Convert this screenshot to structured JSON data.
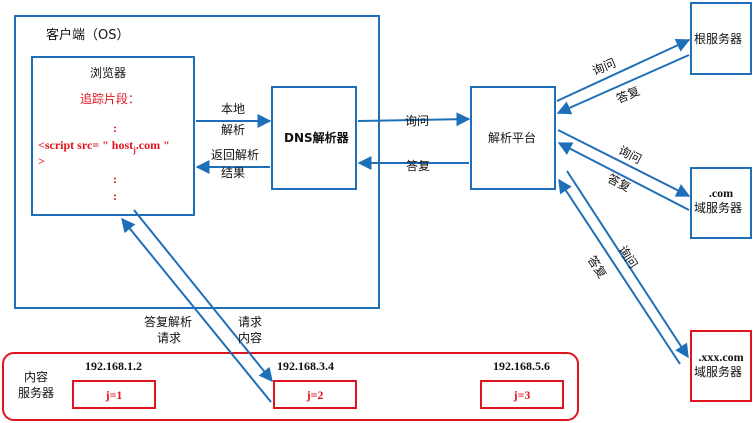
{
  "client": {
    "title": "客户端（OS）"
  },
  "browser": {
    "title": "浏览器",
    "tracking_label": "追踪片段：",
    "dots_top": ":",
    "script_line": "<script src= \" host",
    "script_sub": "j",
    "script_tail": ".com \"",
    "gt": ">",
    "dots_mid": ":",
    "dots_bot": ":"
  },
  "dns": {
    "label": "DNS解析器"
  },
  "platform": {
    "label": "解析平台"
  },
  "root_server": {
    "line1": "根服务器"
  },
  "com_server": {
    "line1": ".com",
    "line2": "域服务器"
  },
  "xxx_server": {
    "line1": ".xxx.com",
    "line2": "域服务器"
  },
  "content_servers": {
    "label_line1": "内容",
    "label_line2": "服务器",
    "items": [
      {
        "ip": "192.168.1.2",
        "name": "j=1"
      },
      {
        "ip": "192.168.3.4",
        "name": "j=2"
      },
      {
        "ip": "192.168.5.6",
        "name": "j=3"
      }
    ]
  },
  "edges": {
    "local_resolve_1": "本地",
    "local_resolve_2": "解析",
    "return_result_1": "返回解析",
    "return_result_2": "结果",
    "query_platform": "询问",
    "answer_platform": "答复",
    "query_root": "询问",
    "answer_root": "答复",
    "query_com": "询问",
    "answer_com": "答复",
    "query_xxx": "询问",
    "answer_xxx": "答复",
    "reply_request_1": "答复解析",
    "reply_request_2": "请求",
    "request_content_1": "请求",
    "request_content_2": "内容"
  },
  "colors": {
    "blue": "#1f6fb8",
    "red": "#e0141e"
  }
}
